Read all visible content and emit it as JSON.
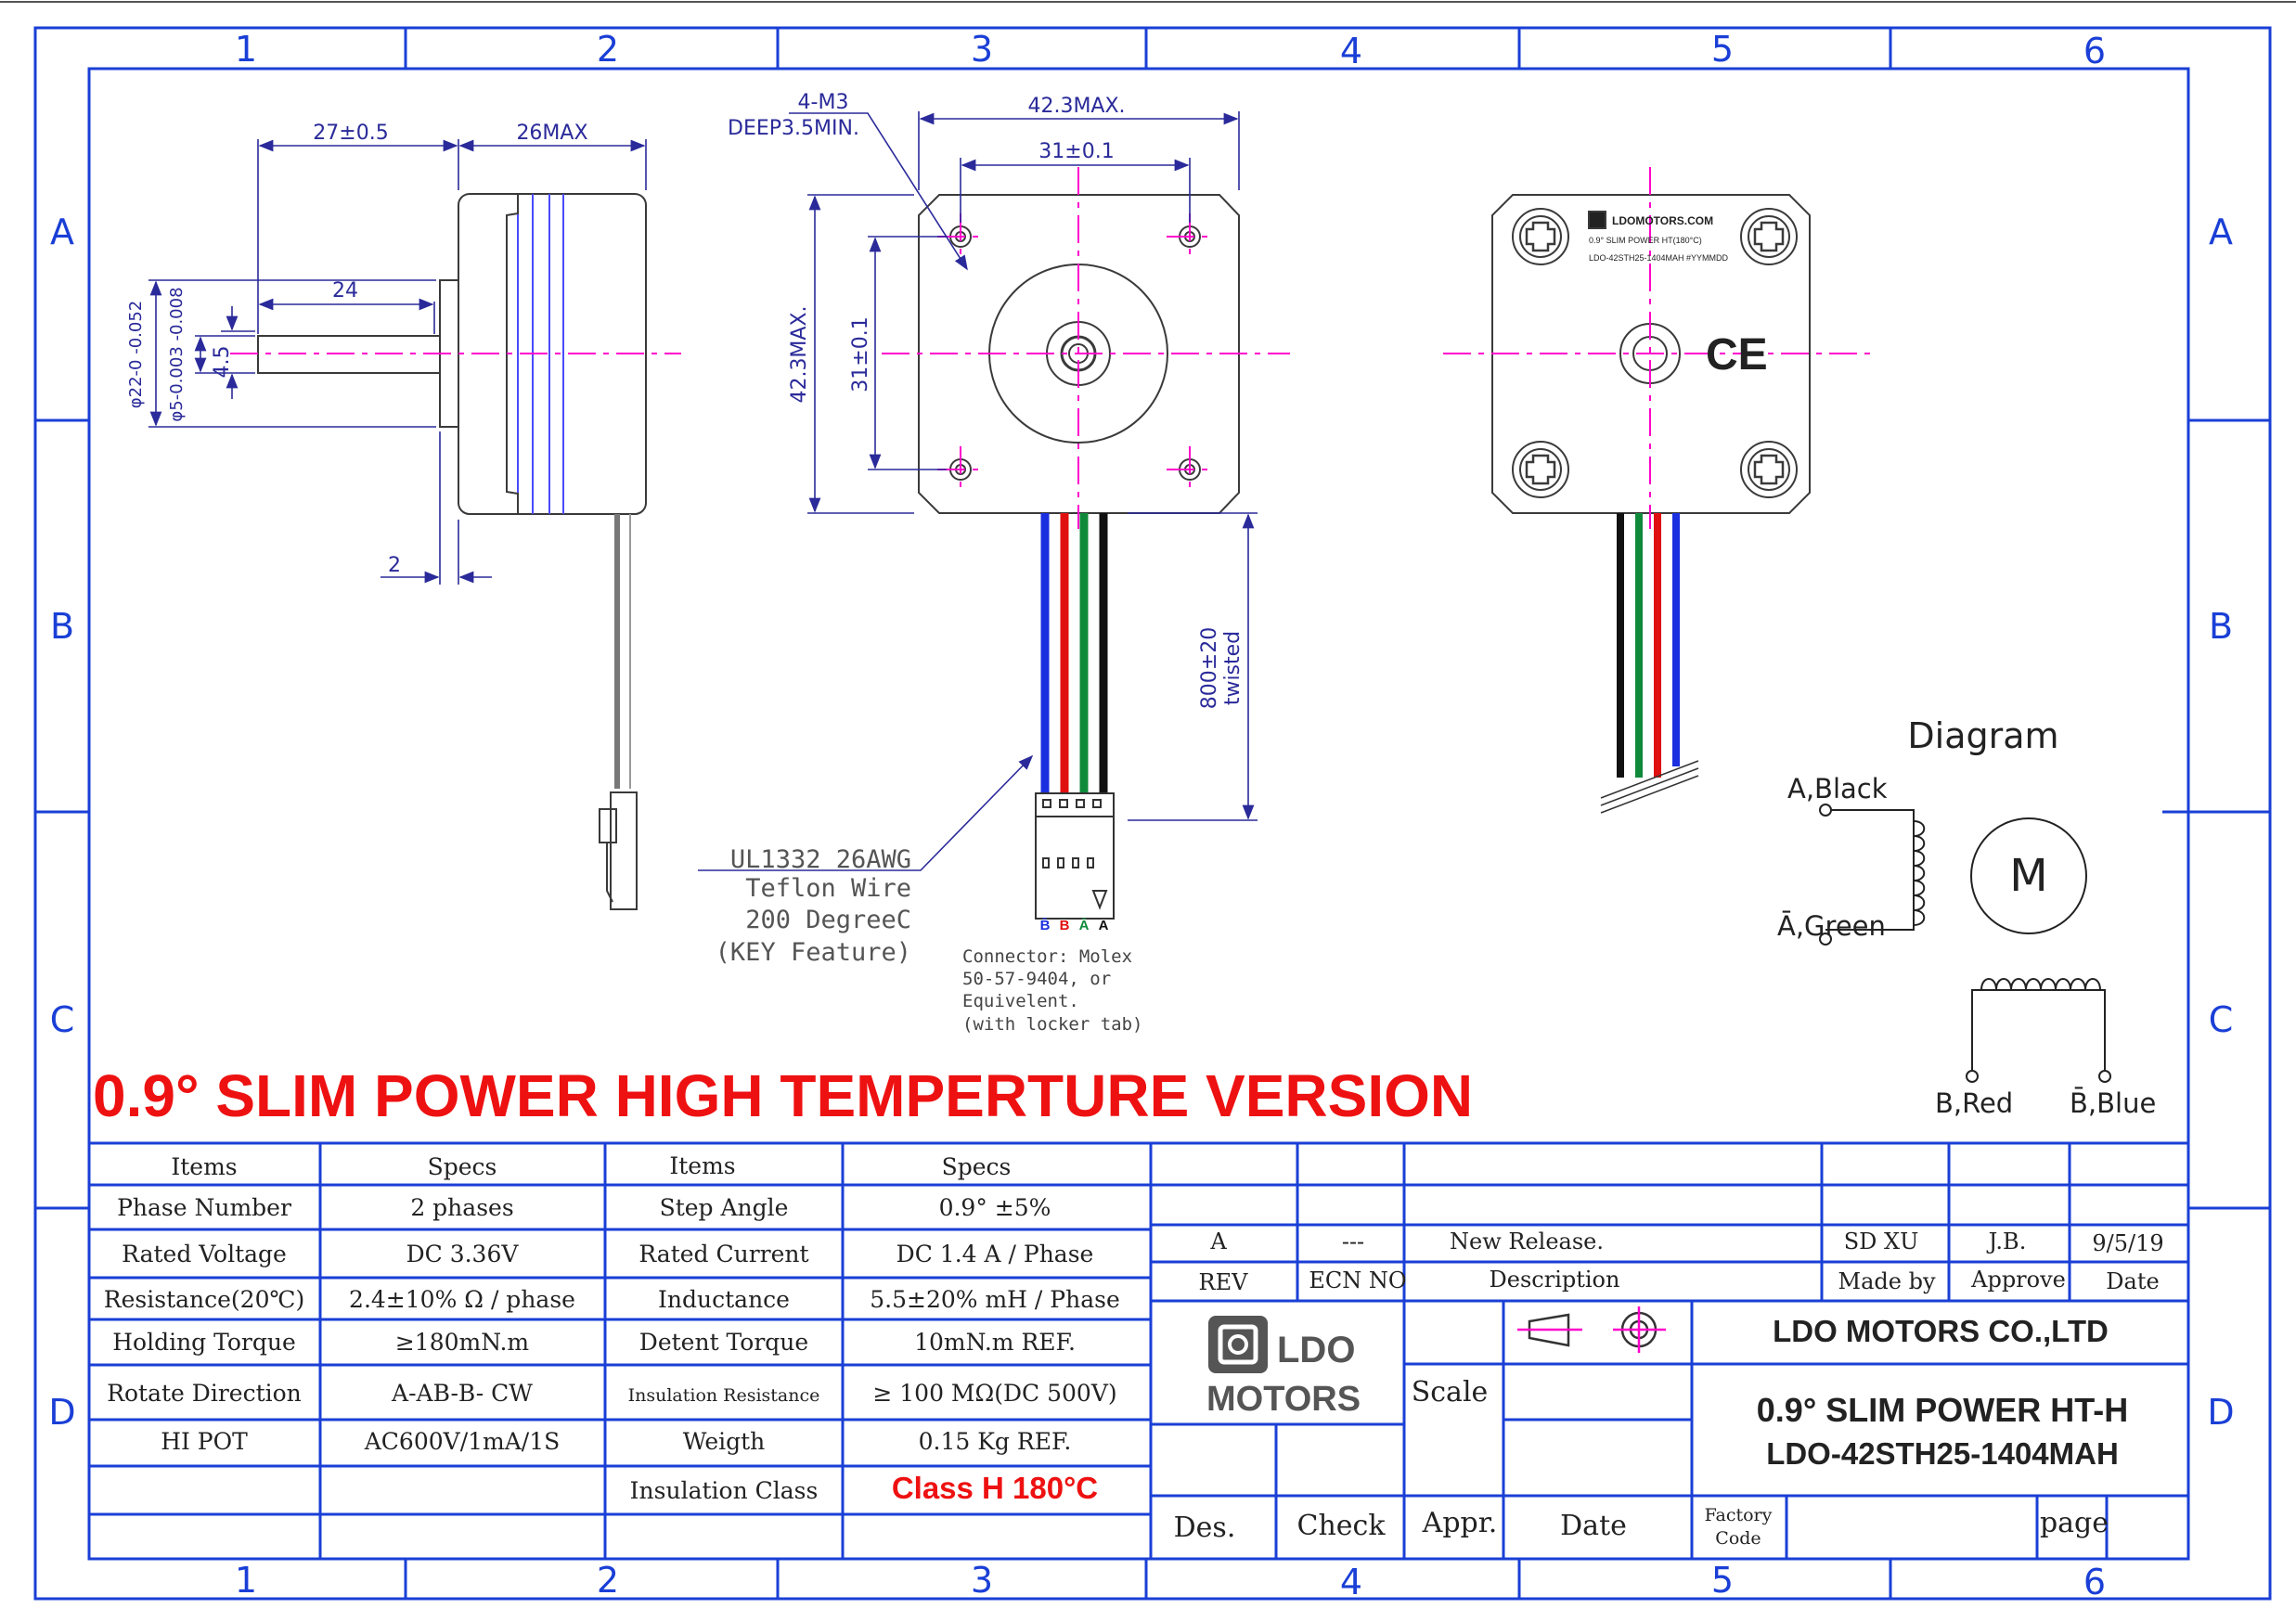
{
  "grid": {
    "columns": [
      "1",
      "2",
      "3",
      "4",
      "5",
      "6"
    ],
    "rows": [
      "A",
      "B",
      "C",
      "D"
    ]
  },
  "side_view": {
    "dim_27": "27±0.5",
    "dim_26max": "26MAX",
    "dim_24": "24",
    "dim_2": "2",
    "dim_4_5": "4.5",
    "dim_shaft": "φ5-0.003 -0.008",
    "dim_boss": "φ22-0 -0.052"
  },
  "front_view": {
    "hole_note_1": "4-M3",
    "hole_note_2": "DEEP3.5MIN.",
    "dim_42_3": "42.3MAX.",
    "dim_31": "31±0.1",
    "dim_42_3_v": "42.3MAX.",
    "dim_31_v": "31±0.1",
    "wire_len": "800±20",
    "wire_twisted": "twisted",
    "wire_spec": [
      "UL1332 26AWG",
      "Teflon Wire",
      "200 DegreeC",
      "(KEY Feature)"
    ],
    "connector_note": [
      "Connector: Molex",
      "50-57-9404, or",
      "Equivelent.",
      "(with locker tab)"
    ],
    "pin_labels": [
      "B̄",
      "B",
      "Ā",
      "A"
    ]
  },
  "label_view": {
    "site": "LDOMOTORS.COM",
    "line1": "0.9° SLIM POWER HT(180°C)",
    "line2": "LDO-42STH25-1404MAH  #YYMMDD",
    "ce": "CE"
  },
  "diagram": {
    "title": "Diagram",
    "a_black": "A,Black",
    "a_green": "Ā,Green",
    "b_red": "B,Red",
    "b_blue": "B̄,Blue",
    "motor": "M"
  },
  "headline": "0.9° SLIM POWER HIGH TEMPERTURE VERSION",
  "specs": {
    "headers": [
      "Items",
      "Specs",
      "Items",
      "Specs"
    ],
    "rows": [
      [
        "Phase Number",
        "2 phases",
        "Step Angle",
        "0.9° ±5%"
      ],
      [
        "Rated Voltage",
        "DC 3.36V",
        "Rated Current",
        "DC 1.4 A / Phase"
      ],
      [
        "Resistance(20℃)",
        "2.4±10% Ω / phase",
        "Inductance",
        "5.5±20% mH / Phase"
      ],
      [
        "Holding Torque",
        "≥180mN.m",
        "Detent Torque",
        "10mN.m REF."
      ],
      [
        "Rotate Direction",
        "A-AB-B- CW",
        "Insulation Resistance",
        "≥ 100 MΩ(DC 500V)"
      ],
      [
        "HI POT",
        "AC600V/1mA/1S",
        "Weigth",
        "0.15 Kg  REF."
      ],
      [
        "",
        "",
        "Insulation Class",
        "Class H 180°C"
      ]
    ]
  },
  "title_block": {
    "rev_values": [
      "A",
      "---",
      "New Release.",
      "SD XU",
      "J.B.",
      "9/5/19"
    ],
    "rev_headers": [
      "REV",
      "ECN NO",
      "Description",
      "Made by",
      "Approve",
      "Date"
    ],
    "logo_top": "LDO",
    "logo_bottom": "MOTORS",
    "scale": "Scale",
    "company": "LDO MOTORS CO.,LTD",
    "product": "0.9° SLIM POWER HT-H",
    "part_no": "LDO-42STH25-1404MAH",
    "sign_labels": [
      "Des.",
      "Check",
      "Appr.",
      "Date"
    ],
    "factory_code": [
      "Factory",
      "Code"
    ],
    "page": "page"
  },
  "colors": {
    "frame": "#1a3fd6",
    "headline": "#ee1111",
    "centerline": "#ff00cc",
    "wire_blue": "#1a2fe0",
    "wire_red": "#e01010",
    "wire_green": "#0f8a3a",
    "wire_black": "#111111"
  }
}
